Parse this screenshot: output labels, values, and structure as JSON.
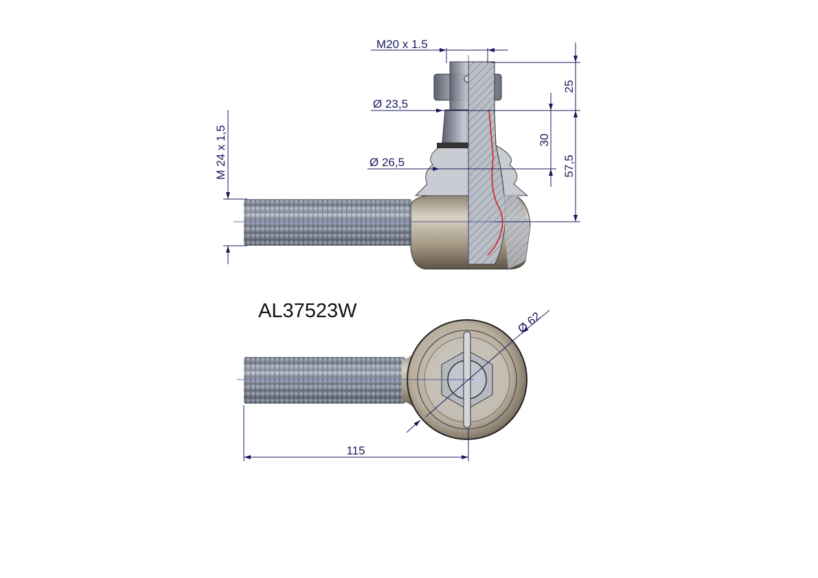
{
  "part_number": "AL37523W",
  "dimensions": {
    "stud_thread": "M20 x 1.5",
    "taper_small_dia": "Ø 23,5",
    "taper_large_dia": "Ø 26,5",
    "shank_thread": "M 24 x 1,5",
    "stud_top_height": "25",
    "taper_length": "30",
    "stud_height_to_center": "57,5",
    "eye_diameter": "Ø 62",
    "overall_length": "115"
  },
  "colors": {
    "dimension": "#1a1a5e",
    "section_line": "#d62020",
    "body": "#a89a86",
    "thread": "#8f98a8"
  }
}
